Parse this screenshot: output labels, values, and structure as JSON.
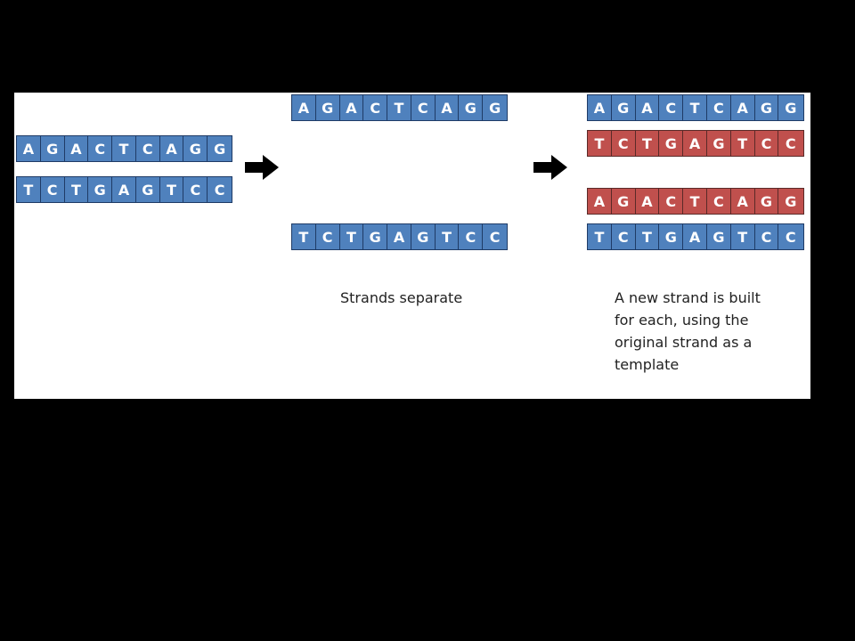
{
  "strands": {
    "orig_top": {
      "bases": [
        "A",
        "G",
        "A",
        "C",
        "T",
        "C",
        "A",
        "G",
        "G"
      ],
      "color": "#4f81bd"
    },
    "orig_bottom": {
      "bases": [
        "T",
        "C",
        "T",
        "G",
        "A",
        "G",
        "T",
        "C",
        "C"
      ],
      "color": "#4f81bd"
    },
    "sep_top": {
      "bases": [
        "A",
        "G",
        "A",
        "C",
        "T",
        "C",
        "A",
        "G",
        "G"
      ],
      "color": "#4f81bd"
    },
    "sep_bottom": {
      "bases": [
        "T",
        "C",
        "T",
        "G",
        "A",
        "G",
        "T",
        "C",
        "C"
      ],
      "color": "#4f81bd"
    },
    "rep1_template": {
      "bases": [
        "A",
        "G",
        "A",
        "C",
        "T",
        "C",
        "A",
        "G",
        "G"
      ],
      "color": "#4f81bd"
    },
    "rep1_new": {
      "bases": [
        "T",
        "C",
        "T",
        "G",
        "A",
        "G",
        "T",
        "C",
        "C"
      ],
      "color": "#c0504d"
    },
    "rep2_new": {
      "bases": [
        "A",
        "G",
        "A",
        "C",
        "T",
        "C",
        "A",
        "G",
        "G"
      ],
      "color": "#c0504d"
    },
    "rep2_template": {
      "bases": [
        "T",
        "C",
        "T",
        "G",
        "A",
        "G",
        "T",
        "C",
        "C"
      ],
      "color": "#4f81bd"
    }
  },
  "captions": {
    "separate": "Strands separate",
    "new_strand": [
      "A new strand is built",
      "for each, using the",
      "original strand as a",
      "template"
    ]
  }
}
